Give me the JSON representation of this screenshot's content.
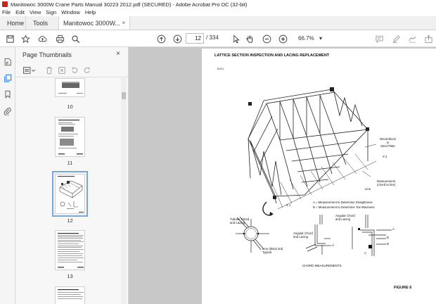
{
  "window": {
    "title": "Manitowoc 3000W Crane Parts Manual 30223 2012.pdf (SECURED) - Adobe Acrobat Pro DC (32-bit)"
  },
  "menu": [
    "File",
    "Edit",
    "View",
    "Sign",
    "Window",
    "Help"
  ],
  "tabs": {
    "home": "Home",
    "tools": "Tools",
    "document": "Manitowoc 3000W...",
    "close": "×"
  },
  "toolbar": {
    "page_current": "12",
    "page_total": "/ 334",
    "zoom": "66.7%",
    "icons": [
      "save-icon",
      "bookmark-star-icon",
      "upload-cloud-icon",
      "print-icon",
      "find-icon",
      "page-up-icon",
      "page-down-icon",
      "select-cursor-icon",
      "hand-tool-icon",
      "zoom-out-icon",
      "zoom-in-icon",
      "comment-icon",
      "highlight-pen-icon",
      "sign-icon",
      "share-icon"
    ]
  },
  "sidebar": {
    "title": "Page Thumbnails",
    "close": "×",
    "thumbnails": [
      {
        "label": "10"
      },
      {
        "label": "11"
      },
      {
        "label": "12",
        "selected": true
      },
      {
        "label": "13"
      }
    ]
  },
  "document": {
    "heading": "LATTICE SECTION INSPECTION AND LACING REPLACEMENT",
    "code": "B201",
    "labels": {
      "wood_block": "Wood Block\nor\nSteel Plate",
      "measurement": "Measurement\n(chord to line)",
      "line": "Line",
      "x2": "X 2",
      "x1": "X 1",
      "legend_a": "A = Measurement to Determine Straightness",
      "legend_b": "B = Measurement to Determine Toe Waviness",
      "tubular": "Tubular Chord\nand Lacing",
      "angular_center": "Angular Chord\nand Lacing",
      "angular_right": "Angular Chord\nand Lacing",
      "line_typical": "Line (black dot)\nTypical",
      "a1": "A",
      "a2": "A",
      "a3": "A",
      "b1": "B",
      "b2": "B"
    },
    "chord_caption": "CHORD MEASUREMENTS",
    "figure": "FIGURE 6"
  }
}
